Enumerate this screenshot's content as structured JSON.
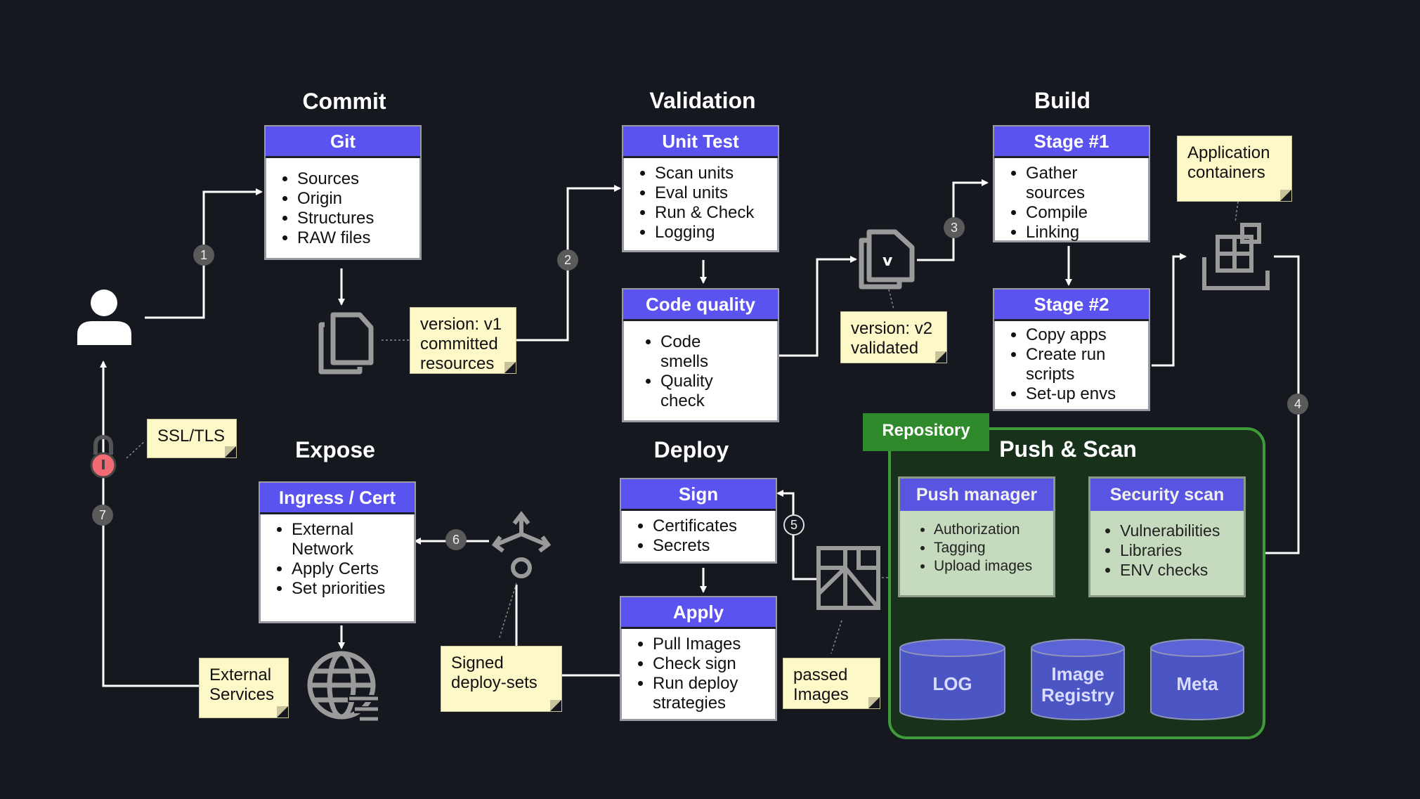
{
  "titles": {
    "commit": "Commit",
    "validation": "Validation",
    "build": "Build",
    "expose": "Expose",
    "deploy": "Deploy",
    "push_scan": "Push & Scan"
  },
  "cards": {
    "git": {
      "title": "Git",
      "items": [
        "Sources",
        "Origin",
        "Structures",
        "RAW files"
      ]
    },
    "unit_test": {
      "title": "Unit Test",
      "items": [
        "Scan units",
        "Eval units",
        "Run & Check",
        "Logging"
      ]
    },
    "code_quality": {
      "title": "Code quality",
      "items": [
        "Code smells",
        "Quality check"
      ]
    },
    "stage1": {
      "title": "Stage #1",
      "items": [
        "Gather sources",
        "Compile",
        "Linking"
      ]
    },
    "stage2": {
      "title": "Stage #2",
      "items": [
        "Copy apps",
        "Create run scripts",
        "Set-up envs"
      ]
    },
    "sign": {
      "title": "Sign",
      "items": [
        "Certificates",
        "Secrets"
      ]
    },
    "apply": {
      "title": "Apply",
      "items": [
        "Pull Images",
        "Check sign",
        "Run deploy strategies"
      ]
    },
    "ingress": {
      "title": "Ingress / Cert",
      "items": [
        "External Network",
        "Apply Certs",
        "Set priorities"
      ]
    },
    "push_manager": {
      "title": "Push manager",
      "items": [
        "Authorization",
        "Tagging",
        "Upload images"
      ]
    },
    "security_scan": {
      "title": "Security scan",
      "items": [
        "Vulnerabilities",
        "Libraries",
        "ENV checks"
      ]
    }
  },
  "notes": {
    "v1": [
      "version: v1",
      "committed",
      "resources"
    ],
    "v2": [
      "version: v2",
      "validated"
    ],
    "app_containers": [
      "Application",
      "containers"
    ],
    "ssl": [
      "SSL/TLS"
    ],
    "external_services": [
      "External",
      "Services"
    ],
    "signed_deploy_sets": [
      "Signed",
      "deploy-sets"
    ],
    "passed_images": [
      "passed",
      "Images"
    ]
  },
  "repository": {
    "tab": "Repository"
  },
  "storage": {
    "log": "LOG",
    "registry": [
      "Image",
      "Registry"
    ],
    "meta": "Meta"
  },
  "badges": [
    "1",
    "2",
    "3",
    "4",
    "5",
    "6",
    "7"
  ],
  "icons": {
    "user": "user-icon",
    "files": "files-icon",
    "versioned_files": "versioned-files-icon",
    "containers": "containers-icon",
    "image": "image-icon",
    "deploy_split": "split-arrows-icon",
    "globe": "globe-icon",
    "lock": "lock-icon"
  },
  "colors": {
    "header": "#5b53f0",
    "note": "#fdf8c7",
    "repo_border": "#3f9a3a",
    "repo_tab": "#2f8a2c",
    "cylinder": "#4b55c4"
  }
}
